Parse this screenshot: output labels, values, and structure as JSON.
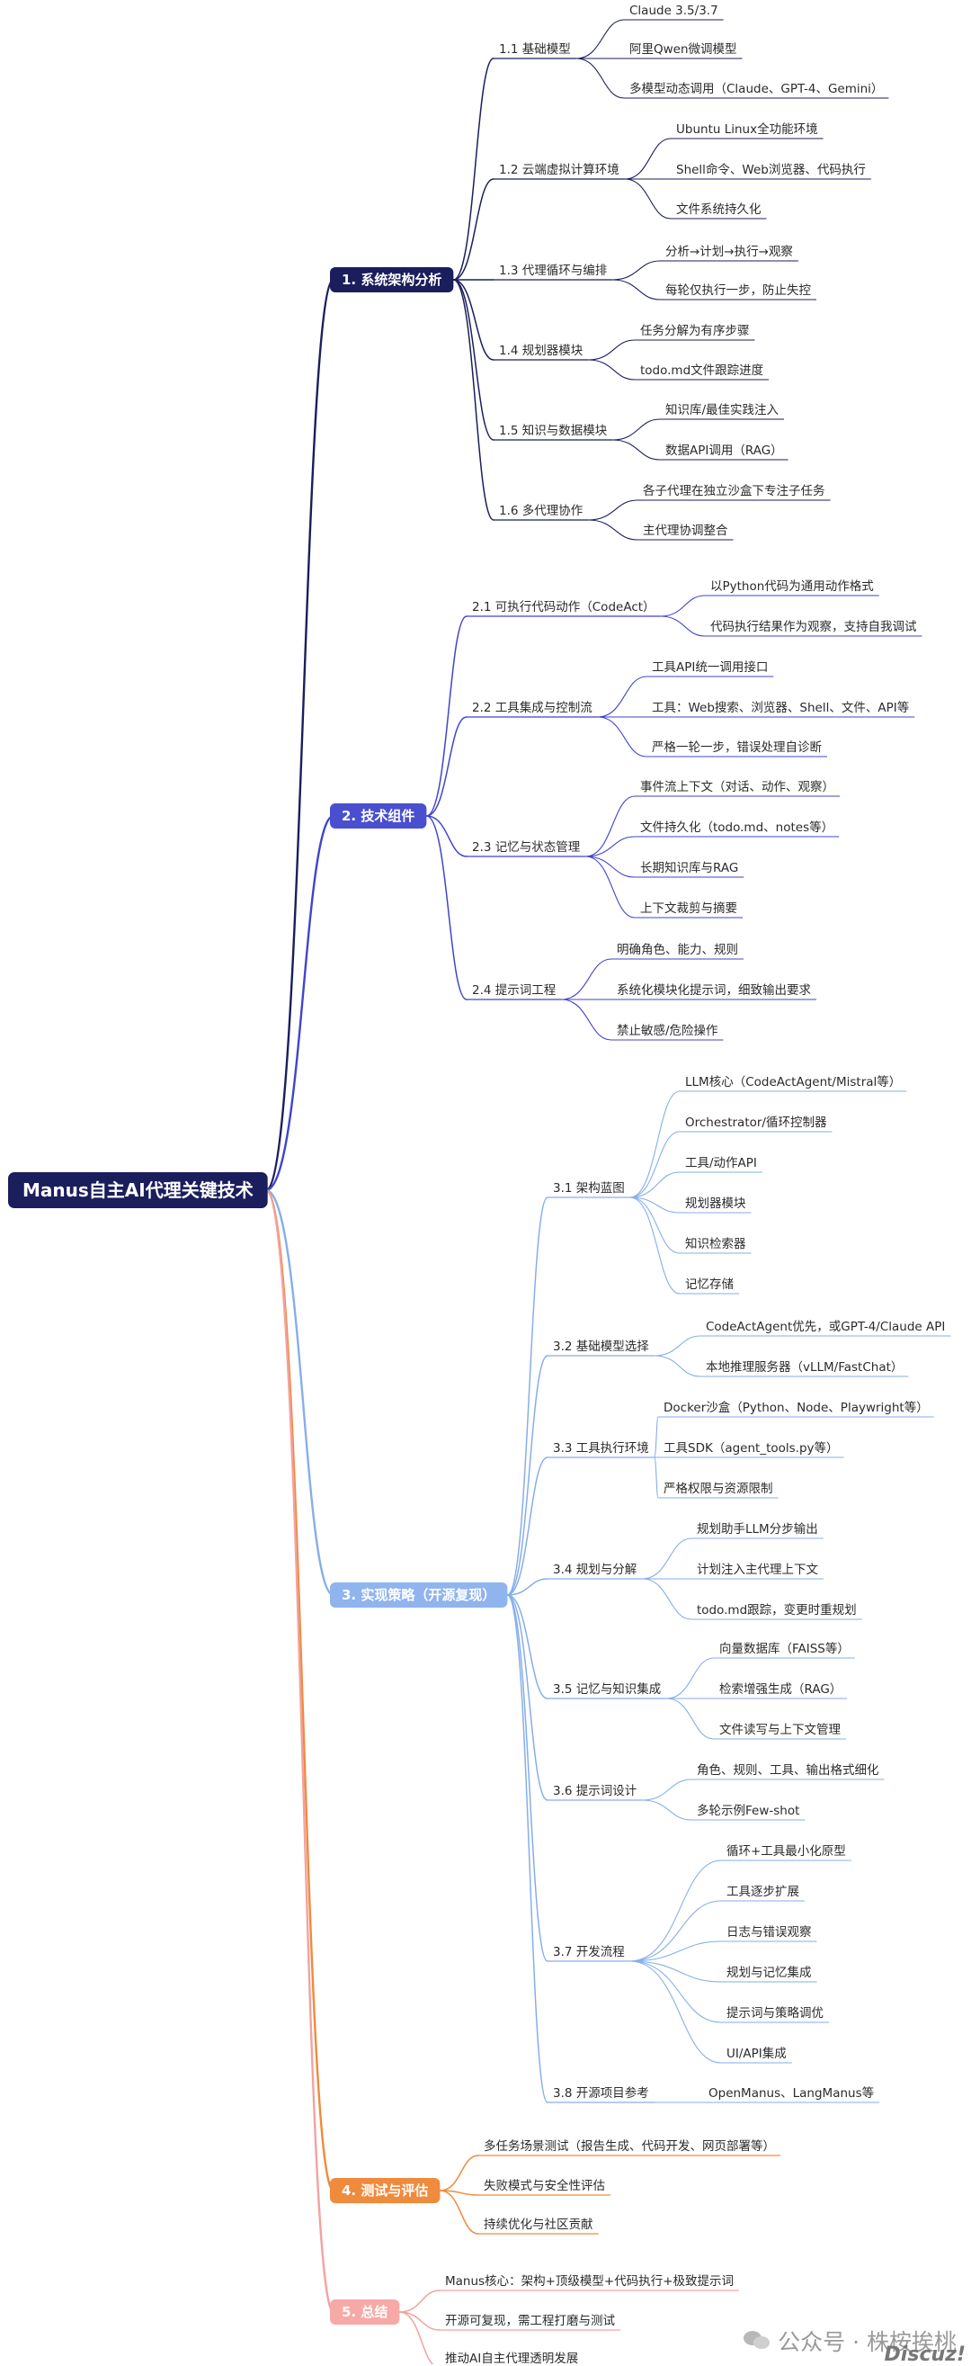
{
  "root": "Manus自主AI代理关键技术",
  "sections": [
    {
      "label": "1. 系统架构分析",
      "color": "#1b1e5c",
      "line": "#1b1e5c",
      "children": [
        {
          "label": "1.1 基础模型",
          "leaves": [
            "Claude 3.5/3.7",
            "阿里Qwen微调模型",
            "多模型动态调用（Claude、GPT-4、Gemini）"
          ]
        },
        {
          "label": "1.2 云端虚拟计算环境",
          "leaves": [
            "Ubuntu Linux全功能环境",
            "Shell命令、Web浏览器、代码执行",
            "文件系统持久化"
          ]
        },
        {
          "label": "1.3 代理循环与编排",
          "leaves": [
            "分析→计划→执行→观察",
            "每轮仅执行一步，防止失控"
          ]
        },
        {
          "label": "1.4 规划器模块",
          "leaves": [
            "任务分解为有序步骤",
            "todo.md文件跟踪进度"
          ]
        },
        {
          "label": "1.5 知识与数据模块",
          "leaves": [
            "知识库/最佳实践注入",
            "数据API调用（RAG）"
          ]
        },
        {
          "label": "1.6 多代理协作",
          "leaves": [
            "各子代理在独立沙盒下专注子任务",
            "主代理协调整合"
          ]
        }
      ]
    },
    {
      "label": "2. 技术组件",
      "color": "#4a4fd0",
      "line": "#3f45c9",
      "children": [
        {
          "label": "2.1 可执行代码动作（CodeAct）",
          "leaves": [
            "以Python代码为通用动作格式",
            "代码执行结果作为观察，支持自我调试"
          ]
        },
        {
          "label": "2.2 工具集成与控制流",
          "leaves": [
            "工具API统一调用接口",
            "工具：Web搜索、浏览器、Shell、文件、API等",
            "严格一轮一步，错误处理自诊断"
          ]
        },
        {
          "label": "2.3 记忆与状态管理",
          "leaves": [
            "事件流上下文（对话、动作、观察）",
            "文件持久化（todo.md、notes等）",
            "长期知识库与RAG",
            "上下文裁剪与摘要"
          ]
        },
        {
          "label": "2.4 提示词工程",
          "leaves": [
            "明确角色、能力、规则",
            "系统化模块化提示词，细致输出要求",
            "禁止敏感/危险操作"
          ]
        }
      ]
    },
    {
      "label": "3. 实现策略（开源复现）",
      "color": "#8fb4ee",
      "line": "#86aeea",
      "children": [
        {
          "label": "3.1 架构蓝图",
          "leaves": [
            "LLM核心（CodeActAgent/Mistral等）",
            "Orchestrator/循环控制器",
            "工具/动作API",
            "规划器模块",
            "知识检索器",
            "记忆存储"
          ]
        },
        {
          "label": "3.2 基础模型选择",
          "leaves": [
            "CodeActAgent优先，或GPT-4/Claude API",
            "本地推理服务器（vLLM/FastChat）"
          ]
        },
        {
          "label": "3.3 工具执行环境",
          "leaves": [
            "Docker沙盒（Python、Node、Playwright等）",
            "工具SDK（agent_tools.py等）",
            "严格权限与资源限制"
          ]
        },
        {
          "label": "3.4 规划与分解",
          "leaves": [
            "规划助手LLM分步输出",
            "计划注入主代理上下文",
            "todo.md跟踪，变更时重规划"
          ]
        },
        {
          "label": "3.5 记忆与知识集成",
          "leaves": [
            "向量数据库（FAISS等）",
            "检索增强生成（RAG）",
            "文件读写与上下文管理"
          ]
        },
        {
          "label": "3.6 提示词设计",
          "leaves": [
            "角色、规则、工具、输出格式细化",
            "多轮示例Few-shot"
          ]
        },
        {
          "label": "3.7 开发流程",
          "leaves": [
            "循环+工具最小化原型",
            "工具逐步扩展",
            "日志与错误观察",
            "规划与记忆集成",
            "提示词与策略调优",
            "UI/API集成"
          ]
        },
        {
          "label": "3.8 开源项目参考",
          "leaves": [
            "OpenManus、LangManus等"
          ]
        }
      ]
    },
    {
      "label": "4. 测试与评估",
      "color": "#f08a3c",
      "line": "#f08a3c",
      "children": [
        {
          "label": "多任务场景测试（报告生成、代码开发、网页部署等）",
          "leaves": []
        },
        {
          "label": "失败模式与安全性评估",
          "leaves": []
        },
        {
          "label": "持续优化与社区贡献",
          "leaves": []
        }
      ]
    },
    {
      "label": "5. 总结",
      "color": "#f6a9a6",
      "line": "#f3a29f",
      "children": [
        {
          "label": "Manus核心：架构+顶级模型+代码执行+极致提示词",
          "leaves": []
        },
        {
          "label": "开源可复现，需工程打磨与测试",
          "leaves": []
        },
        {
          "label": "推动AI自主代理透明发展",
          "leaves": []
        }
      ]
    }
  ],
  "watermark": {
    "text": "公众号 · 株桉挨桃",
    "brand": "Discuz!"
  }
}
